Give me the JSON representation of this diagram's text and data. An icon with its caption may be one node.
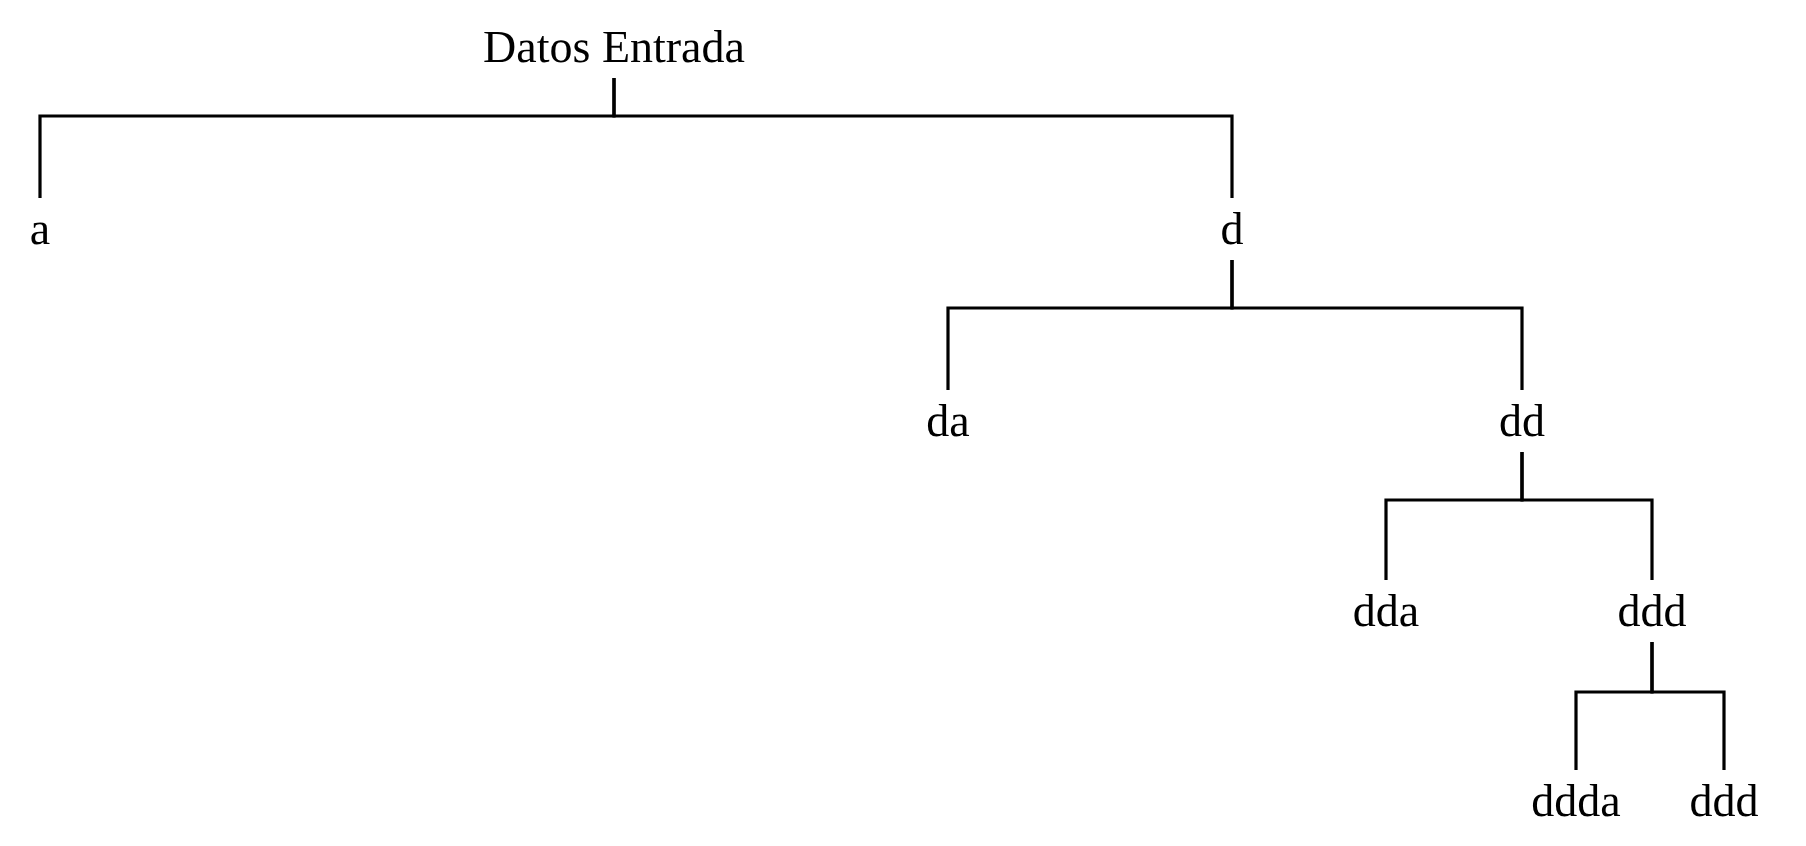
{
  "diagram": {
    "nodes": [
      {
        "text": [
          "Datos Entrada"
        ]
      },
      {
        "text": [
          "a"
        ]
      },
      {
        "text": [
          "d"
        ]
      },
      {
        "text": [
          "da"
        ]
      },
      {
        "text": [
          "dd"
        ]
      },
      {
        "text": [
          "dda"
        ]
      },
      {
        "text": [
          "ddd"
        ]
      },
      {
        "text": [
          "ddda"
        ]
      },
      {
        "text": [
          "ddd"
        ]
      }
    ],
    "edges": [
      {
        "from": 0,
        "to": 1,
        "arrow": "none"
      },
      {
        "from": 0,
        "to": 2,
        "arrow": "none"
      },
      {
        "from": 2,
        "to": 3,
        "arrow": "none"
      },
      {
        "from": 2,
        "to": 4,
        "arrow": "none"
      },
      {
        "from": 4,
        "to": 5,
        "arrow": "none"
      },
      {
        "from": 4,
        "to": 6,
        "arrow": "none"
      },
      {
        "from": 6,
        "to": 7,
        "arrow": "none"
      },
      {
        "from": 6,
        "to": 8,
        "arrow": "none"
      }
    ]
  }
}
